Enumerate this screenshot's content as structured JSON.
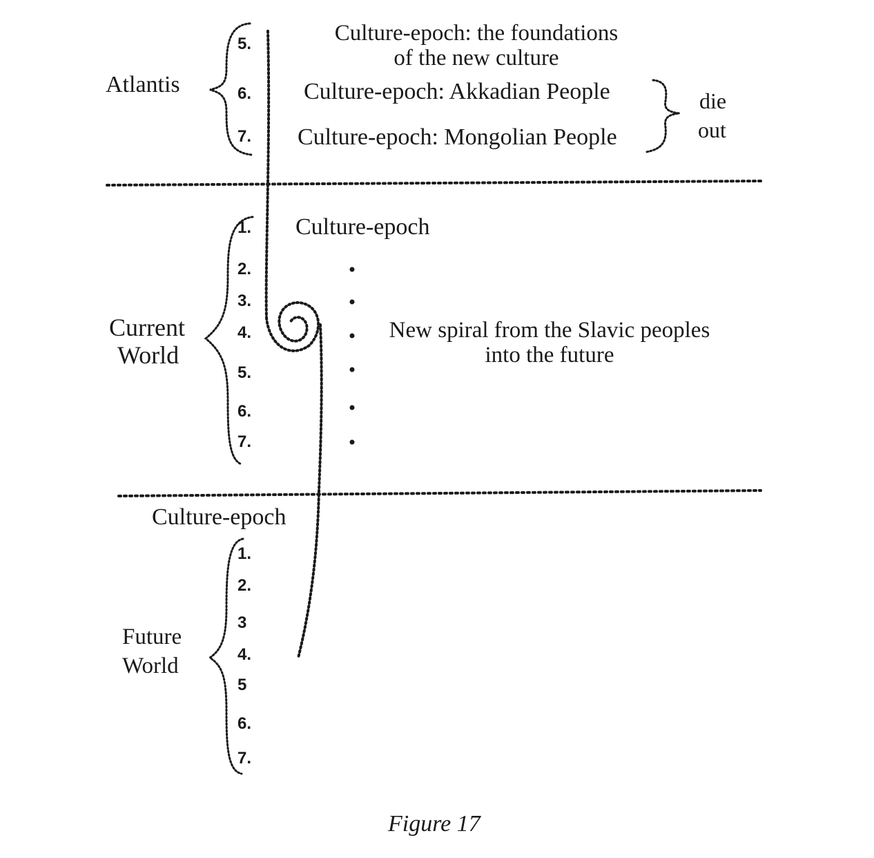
{
  "atlantis": {
    "label": "Atlantis",
    "epochs": [
      "5.",
      "6.",
      "7."
    ],
    "foundations_line1": "Culture-epoch: the foundations",
    "foundations_line2": "of the new culture",
    "akkadian": "Culture-epoch: Akkadian People",
    "mongolian": "Culture-epoch: Mongolian People",
    "die": "die",
    "out": "out"
  },
  "current_world": {
    "label_line1": "Current",
    "label_line2": "World",
    "epochs": [
      "1.",
      "2.",
      "3.",
      "4.",
      "5.",
      "6.",
      "7."
    ],
    "culture_epoch": "Culture-epoch",
    "spiral_line1": "New spiral from the Slavic peoples",
    "spiral_line2": "into the future"
  },
  "future_world": {
    "label_line1": "Future",
    "label_line2": "World",
    "culture_epoch": "Culture-epoch",
    "epochs": [
      "1.",
      "2.",
      "3",
      "4.",
      "5",
      "6.",
      "7."
    ]
  },
  "caption": "Figure 17",
  "colors": {
    "ink": "#1a1a1a",
    "background": "#ffffff"
  }
}
